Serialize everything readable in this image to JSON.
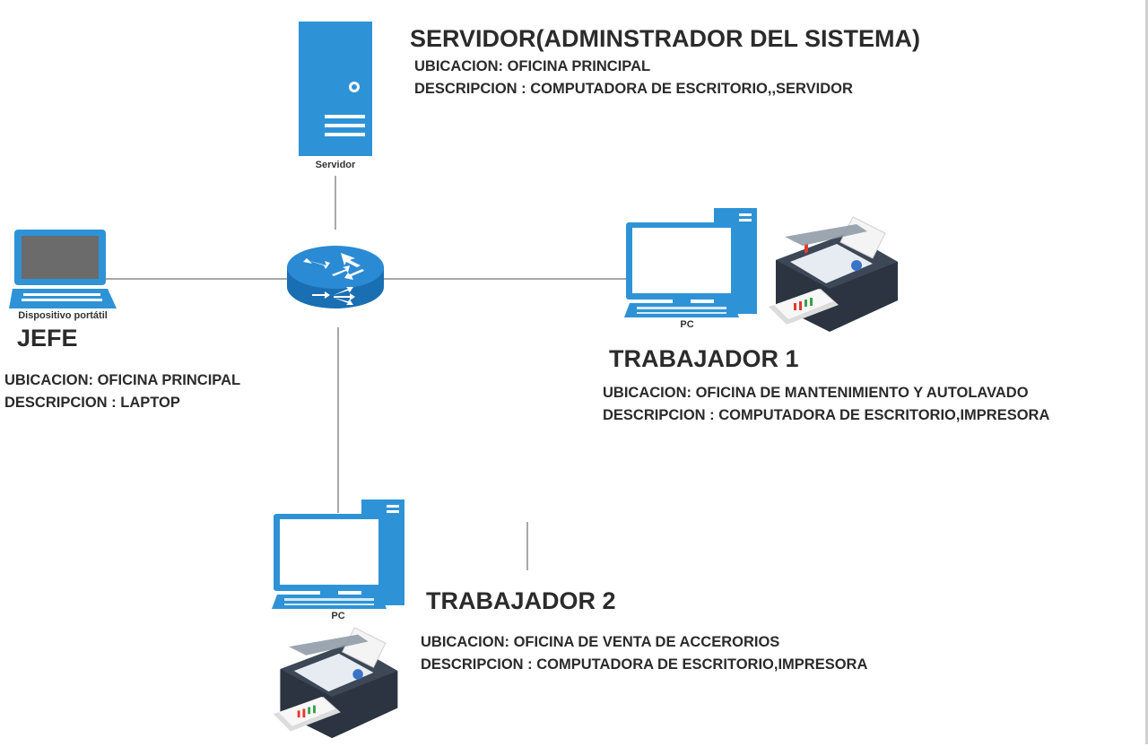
{
  "server": {
    "title": "SERVIDOR(ADMINSTRADOR DEL SISTEMA)",
    "ubicacion": "UBICACION: OFICINA PRINCIPAL",
    "descripcion": "DESCRIPCION : COMPUTADORA DE ESCRITORIO,,SERVIDOR",
    "icon_label": "Servidor"
  },
  "jefe": {
    "icon_label": "Dispositivo portátil",
    "title": "JEFE",
    "ubicacion": "UBICACION: OFICINA PRINCIPAL",
    "descripcion": "DESCRIPCION : LAPTOP"
  },
  "trabajador1": {
    "icon_label": "PC",
    "title": "TRABAJADOR 1",
    "ubicacion": "UBICACION: OFICINA DE MANTENIMIENTO Y AUTOLAVADO",
    "descripcion": "DESCRIPCION : COMPUTADORA DE ESCRITORIO,IMPRESORA"
  },
  "trabajador2": {
    "icon_label": "PC",
    "title": "TRABAJADOR 2",
    "ubicacion": "UBICACION: OFICINA DE VENTA DE ACCERORIOS",
    "descripcion": "DESCRIPCION : COMPUTADORA DE ESCRITORIO,IMPRESORA"
  },
  "colors": {
    "device_blue": "#2e93d6",
    "router_blue": "#1f7fc8",
    "line_gray": "#8a8a8a",
    "printer_dark": "#2b3440"
  }
}
